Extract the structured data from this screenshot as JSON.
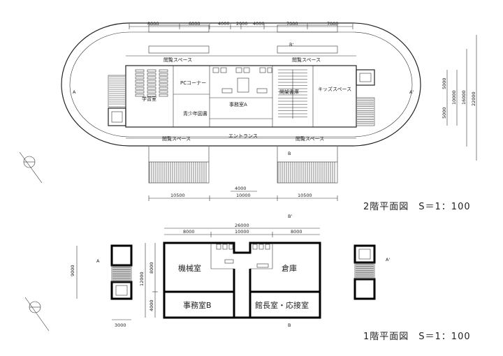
{
  "floor2": {
    "title": "2階平面図　S＝1：100",
    "rooms": {
      "study": "学習室",
      "pc_corner": "PCコーナー",
      "youth_library": "青少年図書",
      "office_a": "事務室A",
      "open_stacks": "開架書庫",
      "kids_space": "キッズスペース",
      "entrance": "エントランス",
      "reading_tl": "閲覧スペース",
      "reading_tr": "閲覧スペース",
      "reading_bl": "閲覧スペース",
      "reading_br": "閲覧スペース"
    },
    "dims_top": [
      "8000",
      "6000",
      "4000",
      "2000",
      "4000",
      "7000",
      "7000"
    ],
    "dims_bottom": [
      "10500",
      "10000",
      "10500"
    ],
    "dim_bottom_inner": "4000",
    "dims_right": [
      "5000",
      "5000",
      "10000",
      "16000",
      "22000"
    ],
    "section_marks": {
      "a": "A",
      "a_prime": "A'",
      "b": "B",
      "b_prime": "B'"
    }
  },
  "floor1": {
    "title": "1階平面図　S＝1：100",
    "rooms": {
      "machine_room": "機械室",
      "storage": "倉庫",
      "office_b": "事務室B",
      "director_room": "館長室・応接室"
    },
    "dim_top_total": "26000",
    "dims_top": [
      "8000",
      "10000",
      "8000"
    ],
    "dims_left": [
      "8000",
      "4000",
      "12000"
    ],
    "dim_stair_height": "9000",
    "dim_stair_width": "3000",
    "section_marks": {
      "a": "A",
      "a_prime": "A'",
      "b": "B",
      "b_prime": "B'"
    }
  }
}
